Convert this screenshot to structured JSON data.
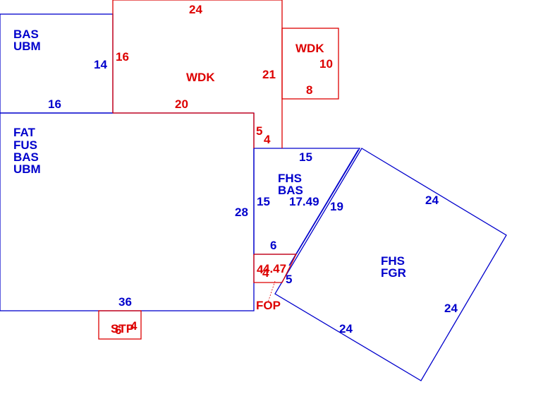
{
  "colors": {
    "blue": "#0000cc",
    "red": "#dd0000"
  },
  "sections": {
    "bas_ubm_top": {
      "l1": "BAS",
      "l2": "UBM"
    },
    "wdk_main": {
      "label": "WDK"
    },
    "wdk_small": {
      "label": "WDK"
    },
    "main": {
      "l1": "FAT",
      "l2": "FUS",
      "l3": "BAS",
      "l4": "UBM"
    },
    "fhs_bas": {
      "l1": "FHS",
      "l2": "BAS"
    },
    "fhs_fgr": {
      "l1": "FHS",
      "l2": "FGR"
    },
    "fop": {
      "label": "FOP"
    },
    "stp": {
      "label": "STP"
    }
  },
  "dims": {
    "bas_top_right": "14",
    "bas_top_bottom": "16",
    "wdk_top": "24",
    "wdk_left": "16",
    "wdk_right": "21",
    "wdk_bottom": "20",
    "wdk_small_right": "10",
    "wdk_small_bottom": "8",
    "wdk_step_5": "5",
    "wdk_step_4": "4",
    "main_right": "28",
    "main_bottom": "36",
    "fhs_top": "15",
    "fhs_left": "15",
    "fhs_diag": "17.49",
    "fhs_bottom": "6",
    "fgr_side_19": "19",
    "fgr_top_right": "24",
    "fgr_right": "24",
    "fgr_bottom": "24",
    "fgr_small": "5",
    "fop_a": "4",
    "fop_b": "4",
    "fop_c": "4.47",
    "stp_a": "6",
    "stp_b": "4"
  }
}
